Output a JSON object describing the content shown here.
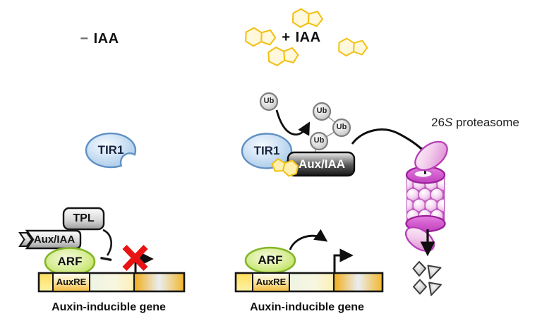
{
  "figure": {
    "left_condition": {
      "sign": "−",
      "name": "IAA"
    },
    "right_condition": {
      "sign": "+",
      "name": "IAA"
    },
    "tir1": "TIR1",
    "tpl": "TPL",
    "aux_iaa": "Aux/IAA",
    "arf": "ARF",
    "auxre": "AuxRE",
    "ub": "Ub",
    "gene_label": "Auxin-inducible gene",
    "proteasome_label": {
      "prefix": "26",
      "s": "S",
      "suffix": " proteasome"
    },
    "colors": {
      "auxin_gold": "#F2C118",
      "tir1_blue": "#6090C4",
      "arf_green": "#84B629",
      "proteasome_magenta": "#B83FB8",
      "block_red": "#E81414",
      "box_gray": "#9C9C9C"
    }
  }
}
